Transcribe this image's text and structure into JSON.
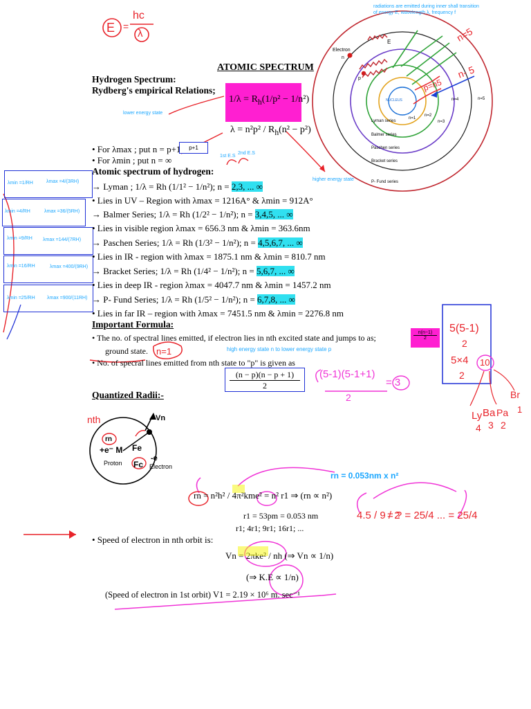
{
  "header": {
    "handwritten_formula_lhs": "E",
    "handwritten_formula_num": "hc",
    "handwritten_formula_den": "λ",
    "title": "ATOMIC SPECTRUM",
    "heading_line1": "Hydrogen Spectrum:",
    "heading_line2": "Rydberg's empirical Relations;"
  },
  "atom_diagram": {
    "top_note_line1": "radiations are emitted during inner shall transition",
    "top_note_line2": "of energy E, wavelength λ, frequency f",
    "electron_label": "Electron",
    "n_label": "n",
    "p_label": "p",
    "E_label": "E",
    "nucleus_label": "NUCLEUS",
    "orbit_labels": [
      "n=1",
      "n=2",
      "n=3",
      "n=4",
      "n=5"
    ],
    "series_labels": [
      "Lyman series",
      "Balmer series",
      "Paschen series",
      "Bracket series",
      "P- Fund series"
    ],
    "hand_n5": "n=5",
    "hand_n5b": "n- 5",
    "hand_pn5": "p=n5"
  },
  "formula_block": {
    "lower_energy_state": "lower energy state",
    "higher_energy_state": "higher energy state",
    "first_es": "1st E.S",
    "second_es": "2nd E.S",
    "for_lmax": "• For λmax ; put n = p+1",
    "pbox": "p+1",
    "for_lmin": "• For λmin ; put n = ∞"
  },
  "hydrogen": {
    "heading": "Atomic spectrum of hydrogen:",
    "series": [
      {
        "name": "→ Lyman ;",
        "eqn": "1/λ = Rh (1/1² − 1/n²); n =",
        "n_values": "2,3, ... ∞",
        "region": "•   Lies in UV – Region with λmax = 1216A° & λmin = 912A°",
        "side_min": "λmin =1/RH",
        "side_max": "λmax =4/(3RH)"
      },
      {
        "name": "→ Balmer Series;",
        "eqn": "1/λ = Rh (1/2² − 1/n²); n =",
        "n_values": "3,4,5, ... ∞",
        "region": "•   Lies in visible region λmax = 656.3 nm & λmin = 363.6nm",
        "side_min": "λmin =4/RH",
        "side_max": "λmax =36/(5RH)"
      },
      {
        "name": "→ Paschen Series;",
        "eqn": "1/λ = Rh (1/3² − 1/n²); n =",
        "n_values": "4,5,6,7, ... ∞",
        "region": "•   Lies in IR -  region with  λmax = 1875.1 nm & λmin = 810.7 nm",
        "side_min": "λmin =9/RH",
        "side_max": "λmax =144/(7RH)"
      },
      {
        "name": "→ Bracket Series;",
        "eqn": "1/λ = Rh (1/4² − 1/n²); n =",
        "n_values": "5,6,7, ... ∞",
        "region": "•   Lies in deep IR - region λmax = 4047.7 nm & λmin = 1457.2 nm",
        "side_min": "λmin =16/RH",
        "side_max": "λmax =400/(9RH)"
      },
      {
        "name": "→ P- Fund Series;",
        "eqn": "1/λ = Rh (1/5² − 1/n²); n =",
        "n_values": "6,7,8, ... ∞",
        "region": "•   Lies in far IR – region with  λmax = 7451.5 nm & λmin = 2276.8 nm",
        "side_min": "λmin =25/RH",
        "side_max": "λmax =900/(11RH)"
      }
    ]
  },
  "important": {
    "heading": "Important Formula:",
    "bullet1": "•   The no. of spectral lines emitted, if electron lies in nth excited state and jumps to as;",
    "bullet1_end": "ground state.",
    "hand_n1": "n=1",
    "pink_formula_num": "n(n−1)",
    "pink_formula_den": "2",
    "high_to_low": "high energy state n to lower energy state p",
    "bullet2": "•   No. of specral lines emitted from nth state to \"p\" is given as",
    "box_num": "(n − p)(n − p + 1)",
    "box_den": "2",
    "hand_calc": "(5-1)(5-1+1)",
    "hand_calc_den": "2",
    "hand_calc_res": "= 3",
    "side_calc1_num": "5(5-1)",
    "side_calc1_den": "2",
    "side_calc2_num": "5×4",
    "side_calc2_den": "2",
    "side_result": "10",
    "hand_series_1": "Ly",
    "hand_series_1_val": "4",
    "hand_series_2": "Ba",
    "hand_series_2_val": "3",
    "hand_series_3": "Pa",
    "hand_series_3_val": "2",
    "hand_series_4": "Br",
    "hand_series_4_val": "1"
  },
  "radii": {
    "heading": "Quantized Radii:-",
    "vn": "Vn",
    "rn": "rn",
    "hand_nth": "nth",
    "fe": "Fe",
    "fc": "Fc",
    "plus_e_M": "+e⁻ M",
    "minus_e": "-e",
    "proton": "Proton",
    "electron": "Electron",
    "rn_formula": "rn = 0.053nm x n²",
    "rn_main": "rn = n²h² / 4π²kme² = n² r1  ⇒  (rn ∝ n²)",
    "r1_line": "r1 = 53pm = 0.053 nm",
    "r_seq": "r1; 4r1; 9r1; 16r1; ...",
    "hand_frac1": "4.5 / 9 / 2",
    "hand_frac2": "= ? = 25/4 ... = 25/4"
  },
  "speed": {
    "heading": "•   Speed of electron in nth orbit is:",
    "vn_formula": "Vn = 2πke² / nh   (⇒ Vn ∝ 1/n)",
    "ke_formula": "(⇒ K.E ∝ 1/n)",
    "v1_line": "(Speed of electron in 1st orbit)  V1 = 2.19 × 10⁶ m. sec⁻¹"
  },
  "colors": {
    "ink_red": "#e8232a",
    "ink_pink": "#f032d6",
    "box_blue": "#1d2fd6",
    "cyan_hl": "#30e0f0",
    "yellow_hl": "#f5f500",
    "magenta_box": "#ff1fd1",
    "note_blue": "#19a6ff"
  }
}
